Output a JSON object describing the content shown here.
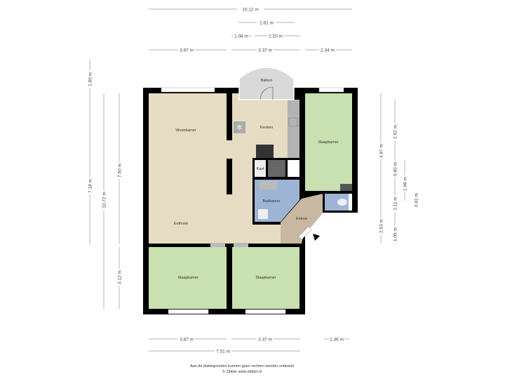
{
  "rooms": {
    "woonkamer": "Woonkamer",
    "eethoek": "Eethoek",
    "keuken": "Keuken",
    "balkon": "Balkon",
    "kast": "Kast",
    "badkamer": "Badkamer",
    "entree": "Entree",
    "slaapkamer_right": "Slaapkamer",
    "slaapkamer_bottom_left": "Slaapkamer",
    "slaapkamer_bottom_right": "Slaapkamer"
  },
  "dimensions": {
    "top": [
      "10.12 m",
      "2.81 m",
      "1.08 m",
      "2.20 m",
      "3.87 m",
      "3.37 m",
      "2.34 m"
    ],
    "left": [
      "1.80 m",
      "7.18 m",
      "10.72 m",
      "7.50 m",
      "3.12 m"
    ],
    "right": [
      "4.87 m",
      "2.53 m",
      "2.92 m",
      "0.80 m",
      "2.11 m",
      "1.05 m",
      "1.98 m",
      "0.81 m"
    ],
    "bottom": [
      "3.87 m",
      "3.37 m",
      "1.36 m",
      "7.51 m"
    ]
  },
  "footer": {
    "disclaimer": "Aan de plattegronden kunnen geen rechten worden ontleend",
    "copyright": "© Zibber www.zibber.nl"
  },
  "colors": {
    "living": "#e6dcc3",
    "bedroom": "#c9e0b0",
    "bathroom": "#9eb4d4",
    "entree": "#c8b8a2",
    "wall": "#000000",
    "balcony": "#d9d9d9"
  }
}
